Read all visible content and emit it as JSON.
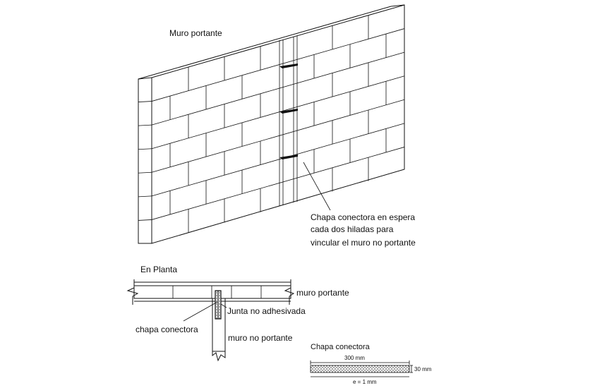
{
  "elevation": {
    "title": "Muro portante",
    "note_lines": [
      "Chapa conectora en espera",
      "cada dos hiladas para",
      "vincular el muro no portante"
    ]
  },
  "plan": {
    "title": "En Planta",
    "label_bearing_wall": "muro portante",
    "label_joint": "Junta no adhesivada",
    "label_connector": "chapa conectora",
    "label_non_bearing_wall": "muro no portante"
  },
  "detail": {
    "title": "Chapa conectora",
    "length": "300 mm",
    "width": "30 mm",
    "thickness": "e = 1 mm"
  }
}
